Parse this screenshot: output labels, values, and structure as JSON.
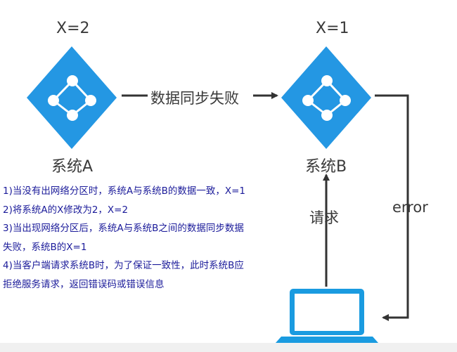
{
  "colors": {
    "node_fill": "#2497e3",
    "icon_white": "#ffffff",
    "arrow": "#333333",
    "notes_text": "#1b1b9a",
    "laptop": "#1a9be0"
  },
  "node_a": {
    "value_label": "X=2",
    "name": "系统A"
  },
  "node_b": {
    "value_label": "X=1",
    "name": "系统B"
  },
  "sync_arrow": {
    "label": "数据同步失败"
  },
  "request_arrow": {
    "label": "请求"
  },
  "error_arrow": {
    "label": "error"
  },
  "notes": [
    "1)当没有出网络分区时，系统A与系统B的数据一致，X=1",
    "2)将系统A的X修改为2，X=2",
    "3)当出现网络分区后，系统A与系统B之间的数据同步数据",
    "失败，系统B的X=1",
    "4)当客户端请求系统B时，为了保证一致性，此时系统B应",
    "拒绝服务请求，返回错误码或错误信息"
  ],
  "icons": {
    "system_a": "network-node-icon",
    "system_b": "network-node-icon",
    "client": "laptop-icon"
  }
}
